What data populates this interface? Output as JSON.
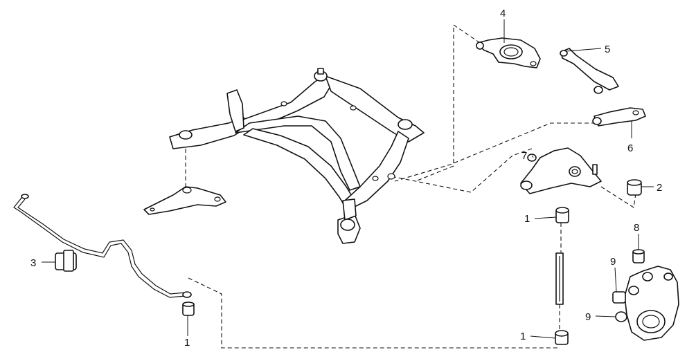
{
  "callouts": [
    {
      "id": "rear-stabilizer-bushing",
      "label": "1"
    },
    {
      "id": "front-stabilizer-bushing",
      "label": "1"
    },
    {
      "id": "upper-arm-bushing-top",
      "label": "1"
    },
    {
      "id": "upper-arm-bushing-bottom",
      "label": "1"
    },
    {
      "id": "lower-arm-bushing",
      "label": "2"
    },
    {
      "id": "stabilizer-mount",
      "label": "3"
    },
    {
      "id": "spring-seat",
      "label": "4"
    },
    {
      "id": "lateral-link",
      "label": "5"
    },
    {
      "id": "toe-link",
      "label": "6"
    },
    {
      "id": "upper-arm-pivot",
      "label": "7"
    },
    {
      "id": "knuckle-bushing-upper",
      "label": "8"
    },
    {
      "id": "knuckle-bushing-mid",
      "label": "9"
    },
    {
      "id": "knuckle-bushing-low",
      "label": "9"
    }
  ]
}
